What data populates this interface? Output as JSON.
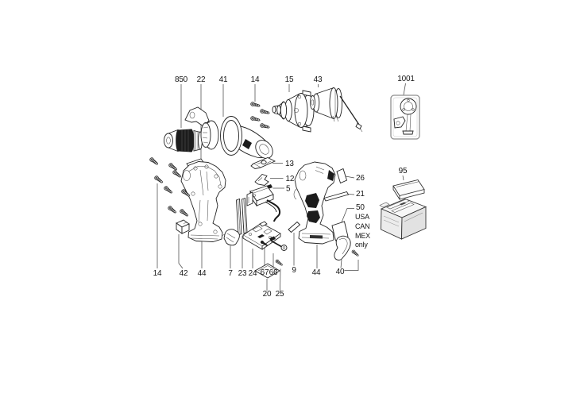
{
  "figure": {
    "kind": "exploded-parts-diagram",
    "subject": "cordless drill driver spare parts",
    "background_color": "#ffffff",
    "line_color": "#232323"
  },
  "labels": {
    "chuck": "850",
    "nameplate": "22",
    "gear_assembly": "41",
    "screws_front": "14",
    "gearbox": "15",
    "motor": "43",
    "kit": "1001",
    "selector": "13",
    "clip": "12",
    "switch": "5",
    "sticker_a": "26",
    "sticker_b": "21",
    "sticker_c": "50",
    "sticker_c_note": [
      "USA",
      "CAN",
      "MEX",
      "only"
    ],
    "battery_cover": "95",
    "screws_housing": "14",
    "terminal": "42",
    "housing_left": "44",
    "bracket": "7",
    "strips": "23",
    "board": "24",
    "screw_small": "67",
    "shaft": "66",
    "sticker_d": "9",
    "housing_right": "44",
    "belt_hook": "40",
    "pad": "20",
    "screw_tiny": "25"
  }
}
